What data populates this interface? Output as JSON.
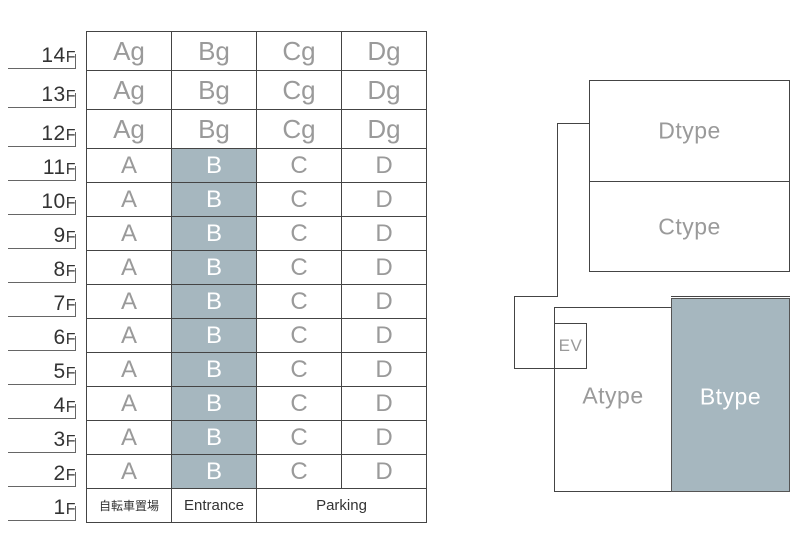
{
  "floors": [
    {
      "num": "14",
      "unit": "F"
    },
    {
      "num": "13",
      "unit": "F"
    },
    {
      "num": "12",
      "unit": "F"
    },
    {
      "num": "11",
      "unit": "F"
    },
    {
      "num": "10",
      "unit": "F"
    },
    {
      "num": "9",
      "unit": "F"
    },
    {
      "num": "8",
      "unit": "F"
    },
    {
      "num": "7",
      "unit": "F"
    },
    {
      "num": "6",
      "unit": "F"
    },
    {
      "num": "5",
      "unit": "F"
    },
    {
      "num": "4",
      "unit": "F"
    },
    {
      "num": "3",
      "unit": "F"
    },
    {
      "num": "2",
      "unit": "F"
    },
    {
      "num": "1",
      "unit": "F"
    }
  ],
  "upper_units": [
    "Ag",
    "Bg",
    "Cg",
    "Dg"
  ],
  "standard_units": [
    "A",
    "B",
    "C",
    "D"
  ],
  "ground": {
    "bicycle": "自転車置場",
    "entrance": "Entrance",
    "parking": "Parking"
  },
  "plan": {
    "d": "Dtype",
    "c": "Ctype",
    "a": "Atype",
    "b": "Btype",
    "ev": "EV"
  },
  "colors": {
    "highlight": "#a6b7bf",
    "line": "#444444",
    "muted": "#9a9a9a"
  }
}
